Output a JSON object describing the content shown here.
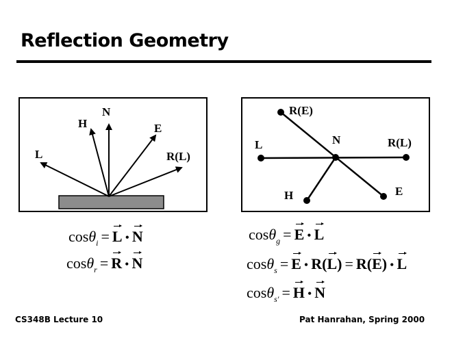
{
  "slide": {
    "title": "Reflection Geometry",
    "footer_left": "CS348B Lecture 10",
    "footer_right": "Pat Hanrahan, Spring 2000"
  },
  "left_diagram": {
    "labels": {
      "L": "L",
      "H": "H",
      "N": "N",
      "E": "E",
      "RL": "R(L)"
    },
    "surface_color": "#8c8c8c"
  },
  "right_diagram": {
    "labels": {
      "RE": "R(E)",
      "L": "L",
      "N": "N",
      "RL": "R(L)",
      "H": "H",
      "E": "E"
    }
  },
  "equations": {
    "left": [
      {
        "cos": "cos",
        "theta": "θ",
        "sub": "i",
        "eq": "=",
        "a": "L",
        "dot": "•",
        "b": "N"
      },
      {
        "cos": "cos",
        "theta": "θ",
        "sub": "r",
        "eq": "=",
        "a": "R",
        "dot": "•",
        "b": "N"
      }
    ],
    "right": [
      {
        "cos": "cos",
        "theta": "θ",
        "sub": "g",
        "eq": "=",
        "a": "E",
        "dot": "•",
        "b": "L"
      },
      {
        "cos": "cos",
        "theta": "θ",
        "sub": "s",
        "eq": "=",
        "a": "E",
        "dot": "•",
        "r1": "R(",
        "b": "L",
        "r1c": ")",
        "eq2": "=",
        "r2": "R(",
        "c": "E",
        "r2c": ")",
        "dot2": "•",
        "d": "L"
      },
      {
        "cos": "cos",
        "theta": "θ",
        "sub": "s′",
        "eq": "=",
        "a": "H",
        "dot": "•",
        "b": "N"
      }
    ]
  }
}
